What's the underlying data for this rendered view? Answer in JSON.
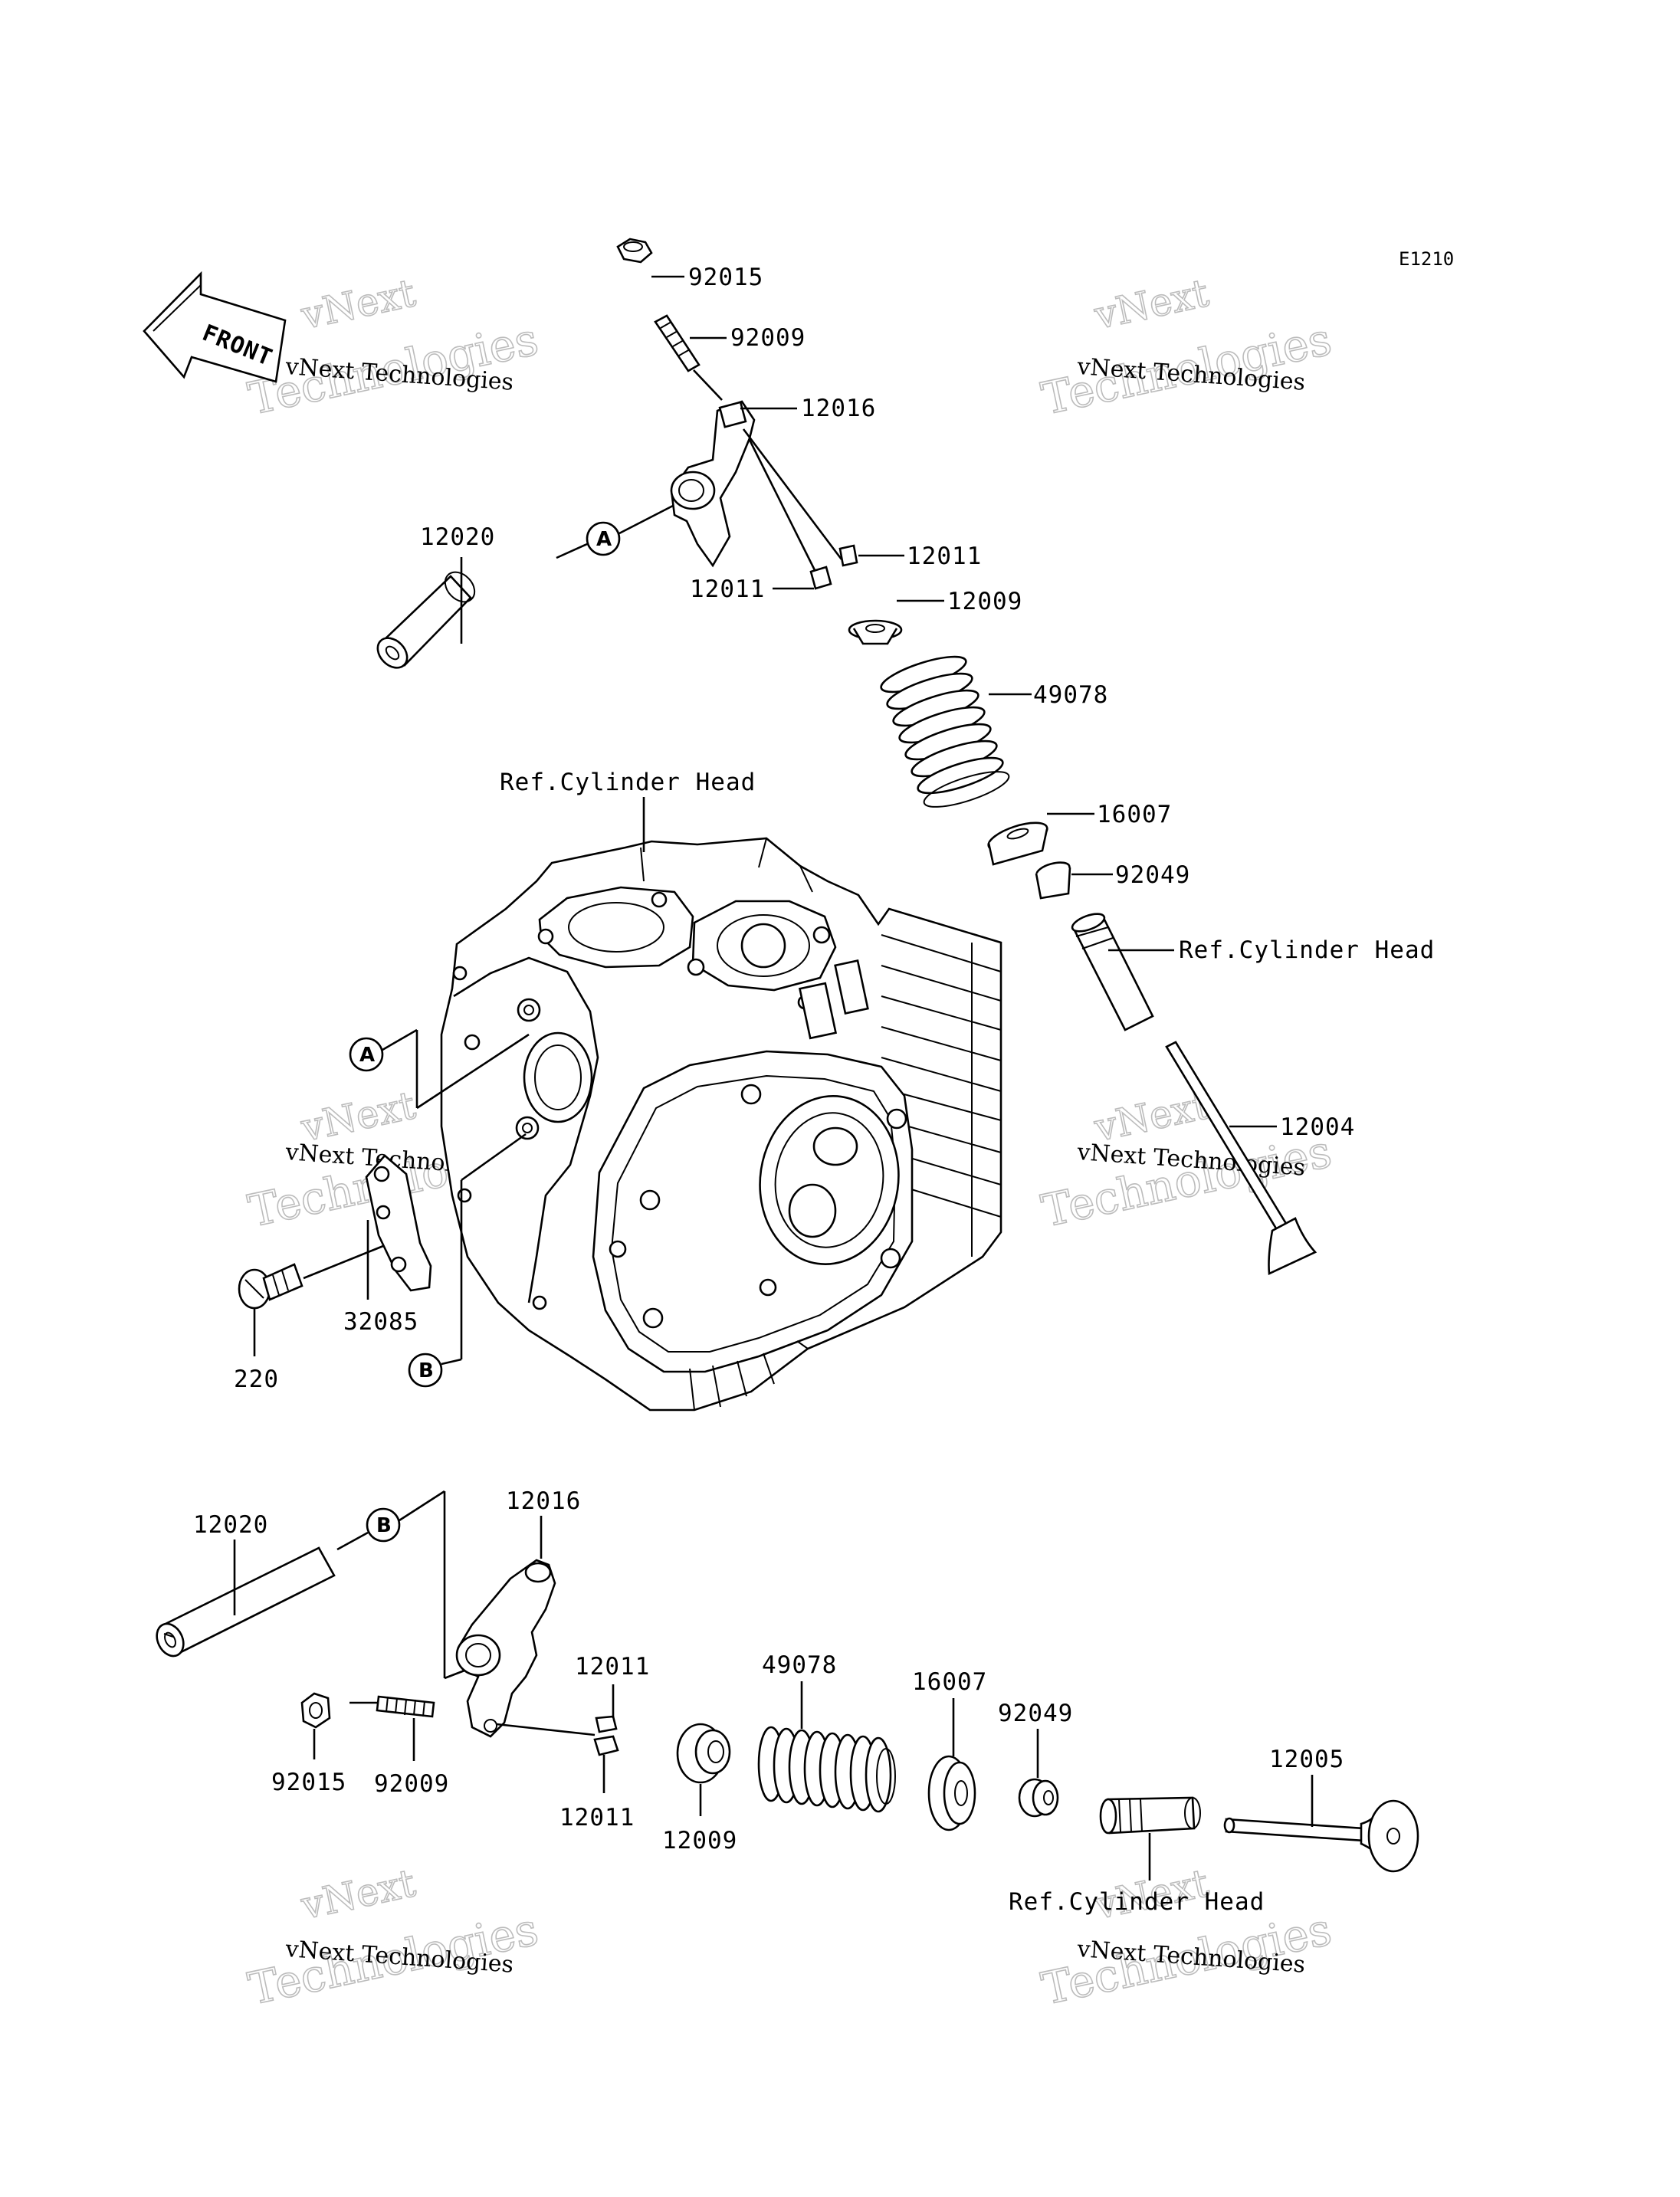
{
  "diagram_code": "E1210",
  "front_label": "FRONT",
  "parts": {
    "nut_top": "92015",
    "screw_top": "92009",
    "rocker_arm_top": "12016",
    "cotter_upper_right": "12011",
    "cotter_upper_left": "12011",
    "shaft_top": "12020",
    "retainer_top": "12009",
    "spring_top": "49078",
    "spring_seat_top": "16007",
    "seal_top": "92049",
    "valve_exhaust": "12004",
    "plate": "32085",
    "bolt": "220",
    "shaft_bottom": "12020",
    "rocker_arm_bottom": "12016",
    "cotter_bottom_upper": "12011",
    "cotter_bottom_lower": "12011",
    "nut_bottom": "92015",
    "screw_bottom": "92009",
    "retainer_bottom": "12009",
    "spring_bottom": "49078",
    "spring_seat_bottom": "16007",
    "seal_bottom": "92049",
    "valve_intake": "12005"
  },
  "references": {
    "cylinder_head_center": "Ref.Cylinder Head",
    "cylinder_head_guide_top": "Ref.Cylinder Head",
    "cylinder_head_guide_bottom": "Ref.Cylinder Head"
  },
  "callouts": {
    "a_top": "A",
    "a_left": "A",
    "b_left": "B",
    "b_bottom": "B"
  },
  "watermark": {
    "line1": "vNext",
    "line2": "vNext Technologies",
    "line3": "Technologies"
  }
}
